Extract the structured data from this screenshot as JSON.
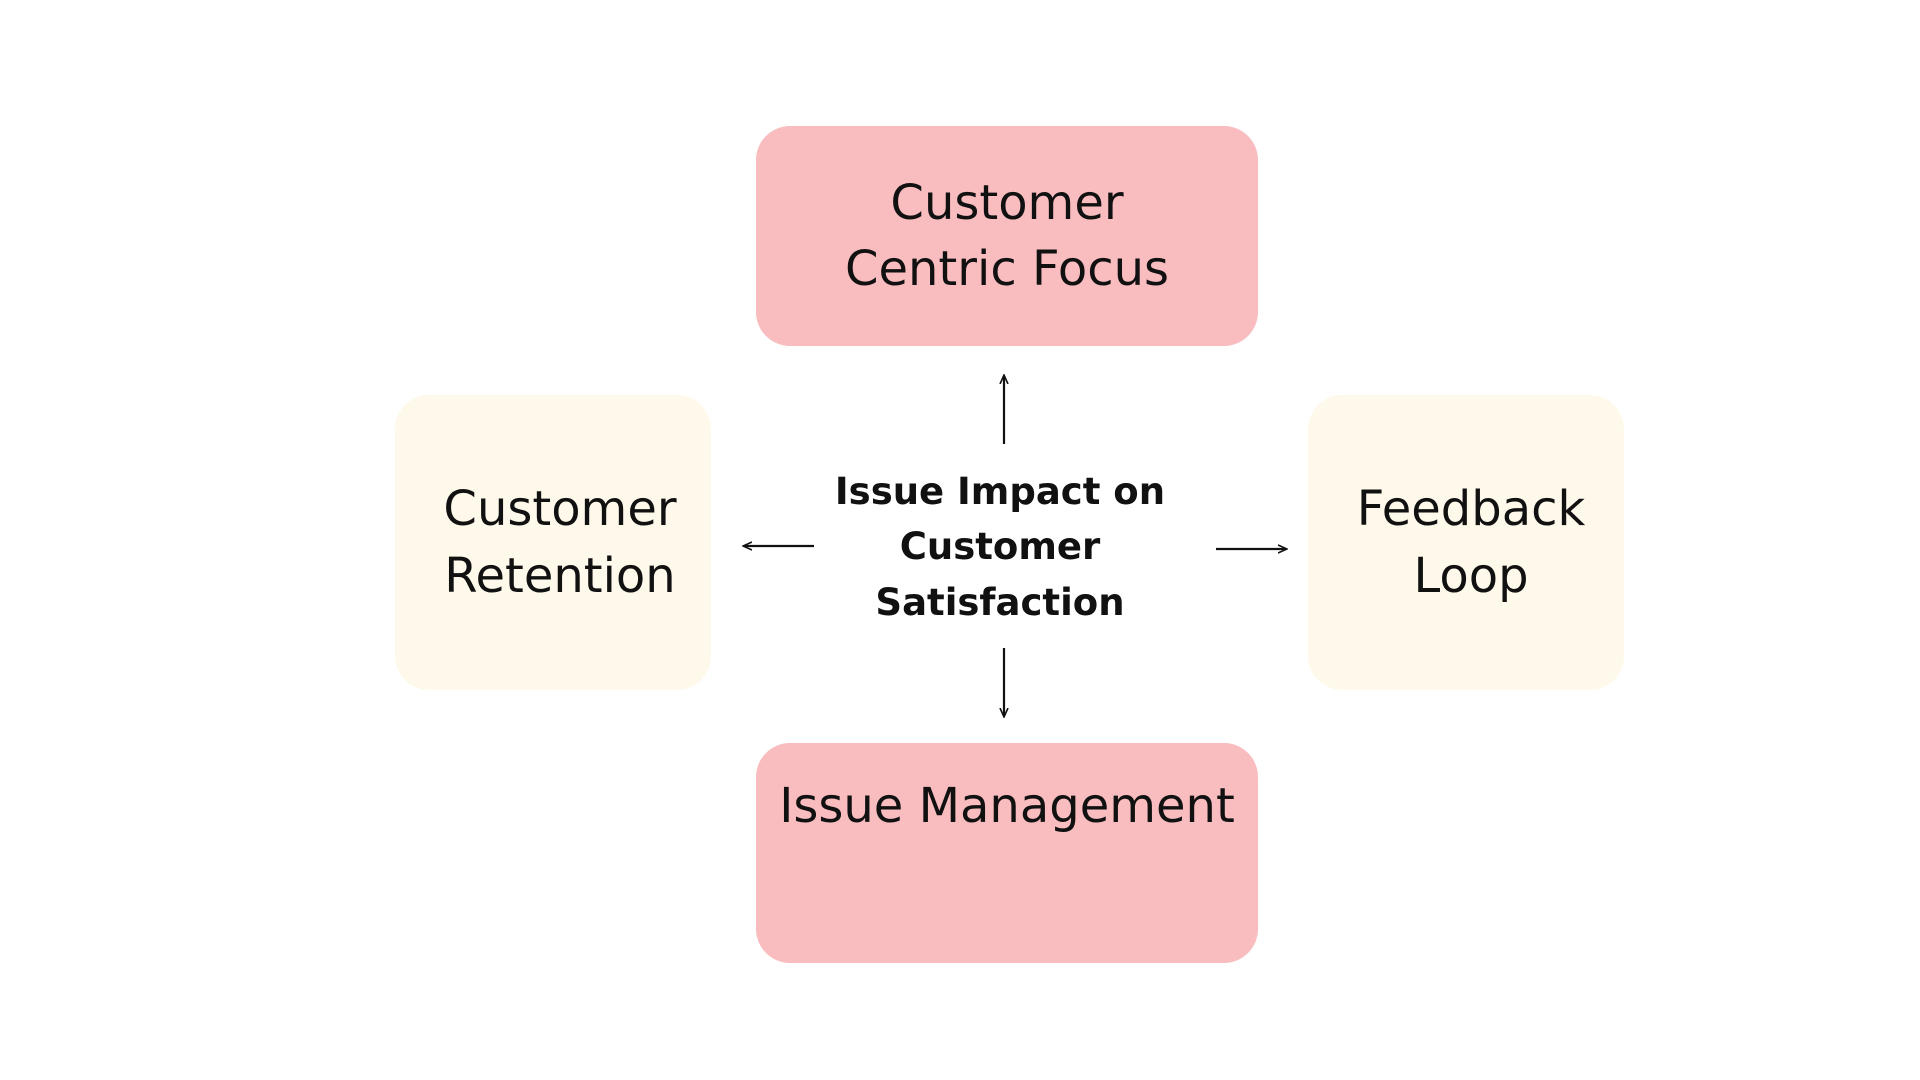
{
  "diagram": {
    "center": {
      "lines": [
        "Issue Impact on",
        "Customer",
        "Satisfaction"
      ]
    },
    "nodes": {
      "top": {
        "lines": [
          "Customer",
          "Centric Focus"
        ],
        "color": "#f9bdbf"
      },
      "bottom": {
        "lines": [
          "Issue Management"
        ],
        "color": "#f9bdbf"
      },
      "left": {
        "lines": [
          "Customer",
          "Retention"
        ],
        "color": "#fef9ea"
      },
      "right": {
        "lines": [
          "Feedback",
          "Loop"
        ],
        "color": "#fef9ea"
      }
    },
    "edges": [
      {
        "from": "center",
        "to": "top"
      },
      {
        "from": "center",
        "to": "bottom"
      },
      {
        "from": "center",
        "to": "left"
      },
      {
        "from": "center",
        "to": "right"
      }
    ],
    "arrow_color": "#111111"
  }
}
